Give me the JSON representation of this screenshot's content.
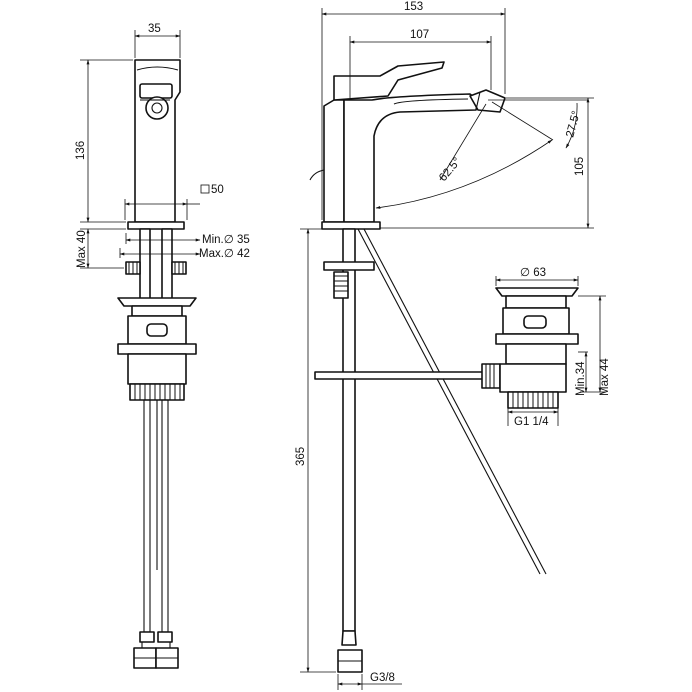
{
  "drawing": {
    "dimensions": {
      "body_width": "35",
      "base_square": "50",
      "max_thickness": "Max 40",
      "min_hole": "Min.∅ 35",
      "max_hole": "Max.∅ 42",
      "total_height": "136",
      "total_depth": "153",
      "spout_reach": "107",
      "spout_height": "105",
      "angle_nozzle": "27.5°",
      "angle_swing": "62.5°",
      "hose_length": "365",
      "hose_thread": "G3/8",
      "waste_diameter": "∅ 63",
      "waste_thread": "G1 1/4",
      "waste_min": "Min.34",
      "waste_max": "Max 44"
    }
  }
}
